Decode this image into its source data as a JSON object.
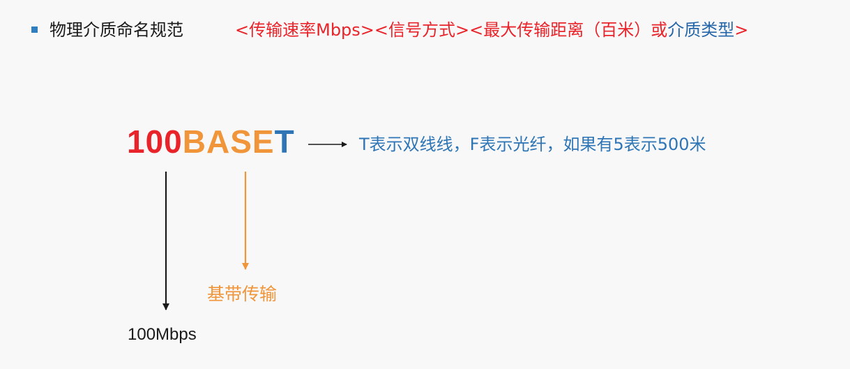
{
  "bullet": {
    "title": "物理介质命名规范"
  },
  "format": {
    "open1": "<",
    "part1": "传输速率Mbps",
    "close1": ">",
    "open2": "<",
    "part2": "信号方式",
    "close2": ">",
    "open3": "<",
    "part3": "最大传输距离（百米）或",
    "part3_blue": "介质类型",
    "close3": ">"
  },
  "code": {
    "speed": "100",
    "signal": "BASE",
    "medium": "T"
  },
  "notes": {
    "medium_desc": "T表示双线线，F表示光纤，如果有5表示500米",
    "signal_desc": "基带传输",
    "speed_desc": "100Mbps"
  },
  "colors": {
    "red": "#e8242a",
    "orange": "#f0953a",
    "blue": "#2e75b6",
    "black": "#1a1a1a"
  }
}
